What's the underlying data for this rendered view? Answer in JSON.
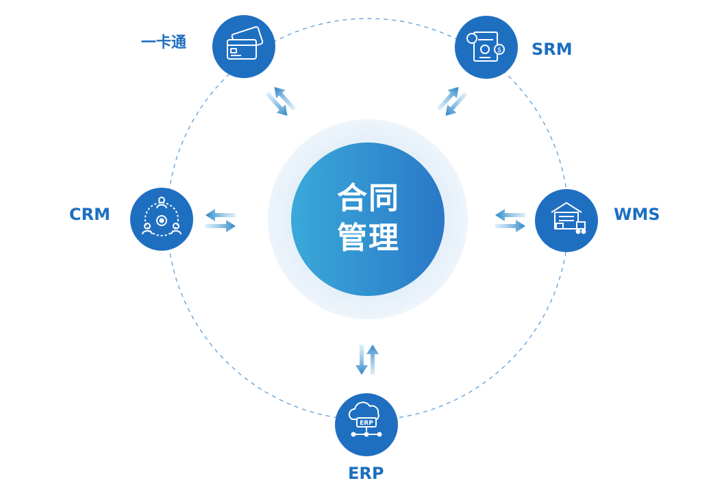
{
  "center": {
    "line1": "合同",
    "line2": "管理"
  },
  "nodes": {
    "card": {
      "label": "一卡通",
      "icon": "credit-card-icon"
    },
    "srm": {
      "label": "SRM",
      "icon": "supplier-contract-icon"
    },
    "crm": {
      "label": "CRM",
      "icon": "customer-network-icon"
    },
    "wms": {
      "label": "WMS",
      "icon": "warehouse-icon"
    },
    "erp": {
      "label": "ERP",
      "icon": "erp-cloud-icon",
      "icon_text": "ERP"
    }
  },
  "colors": {
    "node_fill": "#1f6fc1",
    "label": "#1c6fc0",
    "center_gradient_start": "#3aa6d8",
    "center_gradient_end": "#2b7cc9",
    "halo": "#e6f0f8",
    "dashed_ring": "#5b9bd5"
  }
}
